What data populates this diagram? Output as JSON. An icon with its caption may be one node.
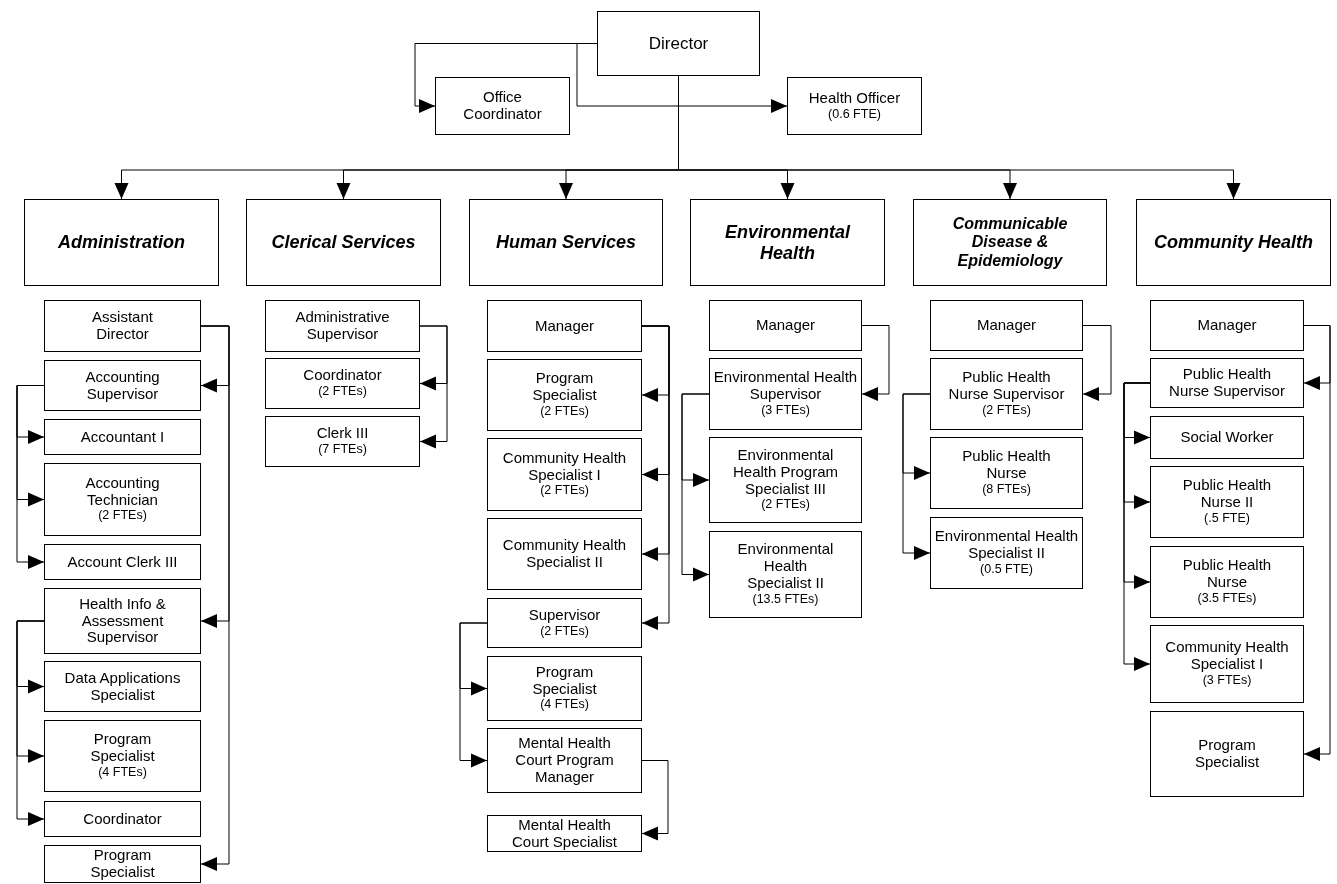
{
  "diagram": {
    "nodes": [
      {
        "text": [
          "Director"
        ]
      },
      {
        "text": [
          "Office Coordinator"
        ]
      },
      {
        "text": [
          "Health Officer",
          "(0.6 FTE)"
        ]
      },
      {
        "text": [
          "Administration"
        ]
      },
      {
        "text": [
          "Clerical Services"
        ]
      },
      {
        "text": [
          "Human Services"
        ]
      },
      {
        "text": [
          "Environmental Health"
        ]
      },
      {
        "text": [
          "Communicable Disease & Epidemiology"
        ]
      },
      {
        "text": [
          "Community Health"
        ]
      },
      {
        "text": [
          "Assistant Director"
        ]
      },
      {
        "text": [
          "Accounting Supervisor"
        ]
      },
      {
        "text": [
          "Accountant I"
        ]
      },
      {
        "text": [
          "Accounting Technician",
          "(2 FTEs)"
        ]
      },
      {
        "text": [
          "Account Clerk III"
        ]
      },
      {
        "text": [
          "Health Info & Assessment Supervisor"
        ]
      },
      {
        "text": [
          "Data Applications Specialist"
        ]
      },
      {
        "text": [
          "Program Specialist",
          "(4 FTEs)"
        ]
      },
      {
        "text": [
          "Coordinator"
        ]
      },
      {
        "text": [
          "Program Specialist"
        ]
      },
      {
        "text": [
          "Administrative Supervisor"
        ]
      },
      {
        "text": [
          "Coordinator",
          "(2 FTEs)"
        ]
      },
      {
        "text": [
          "Clerk III",
          "(7 FTEs)"
        ]
      },
      {
        "text": [
          "Manager"
        ]
      },
      {
        "text": [
          "Program Specialist",
          "(2 FTEs)"
        ]
      },
      {
        "text": [
          "Community Health Specialist I",
          "(2 FTEs)"
        ]
      },
      {
        "text": [
          "Community Health Specialist II"
        ]
      },
      {
        "text": [
          "Supervisor",
          "(2 FTEs)"
        ]
      },
      {
        "text": [
          "Program Specialist",
          "(4 FTEs)"
        ]
      },
      {
        "text": [
          "Mental Health Court Program Manager"
        ]
      },
      {
        "text": [
          "Mental Health Court Specialist"
        ]
      },
      {
        "text": [
          "Manager"
        ]
      },
      {
        "text": [
          "Environmental Health Supervisor",
          "(3 FTEs)"
        ]
      },
      {
        "text": [
          "Environmental Health Program Specialist III",
          "(2 FTEs)"
        ]
      },
      {
        "text": [
          "Environmental Health Specialist II",
          "(13.5 FTEs)"
        ]
      },
      {
        "text": [
          "Manager"
        ]
      },
      {
        "text": [
          "Public Health Nurse Supervisor",
          "(2 FTEs)"
        ]
      },
      {
        "text": [
          "Public Health Nurse",
          "(8 FTEs)"
        ]
      },
      {
        "text": [
          "Environmental Health Specialist II",
          "(0.5 FTE)"
        ]
      },
      {
        "text": [
          "Manager"
        ]
      },
      {
        "text": [
          "Public Health Nurse Supervisor"
        ]
      },
      {
        "text": [
          "Social Worker"
        ]
      },
      {
        "text": [
          "Public Health Nurse II",
          "(.5 FTE)"
        ]
      },
      {
        "text": [
          "Public Health Nurse",
          "(3.5 FTEs)"
        ]
      },
      {
        "text": [
          "Community Health Specialist I",
          "(3 FTEs)"
        ]
      },
      {
        "text": [
          "Program Specialist"
        ]
      }
    ],
    "edges": [
      {
        "from": 0,
        "to": 1,
        "arrow": "to"
      },
      {
        "from": 0,
        "to": 2,
        "arrow": "to"
      },
      {
        "from": 0,
        "to": 3,
        "arrow": "to"
      },
      {
        "from": 0,
        "to": 4,
        "arrow": "to"
      },
      {
        "from": 0,
        "to": 5,
        "arrow": "to"
      },
      {
        "from": 0,
        "to": 6,
        "arrow": "to"
      },
      {
        "from": 0,
        "to": 7,
        "arrow": "to"
      },
      {
        "from": 0,
        "to": 8,
        "arrow": "to"
      },
      {
        "from": 9,
        "to": 10,
        "arrow": "to"
      },
      {
        "from": 9,
        "to": 14,
        "arrow": "to"
      },
      {
        "from": 9,
        "to": 18,
        "arrow": "to"
      },
      {
        "from": 10,
        "to": 11,
        "arrow": "to"
      },
      {
        "from": 10,
        "to": 12,
        "arrow": "to"
      },
      {
        "from": 10,
        "to": 13,
        "arrow": "to"
      },
      {
        "from": 14,
        "to": 15,
        "arrow": "to"
      },
      {
        "from": 14,
        "to": 16,
        "arrow": "to"
      },
      {
        "from": 14,
        "to": 17,
        "arrow": "to"
      },
      {
        "from": 19,
        "to": 20,
        "arrow": "to"
      },
      {
        "from": 19,
        "to": 21,
        "arrow": "to"
      },
      {
        "from": 22,
        "to": 23,
        "arrow": "to"
      },
      {
        "from": 22,
        "to": 24,
        "arrow": "to"
      },
      {
        "from": 22,
        "to": 25,
        "arrow": "to"
      },
      {
        "from": 22,
        "to": 26,
        "arrow": "to"
      },
      {
        "from": 26,
        "to": 27,
        "arrow": "to"
      },
      {
        "from": 26,
        "to": 28,
        "arrow": "to"
      },
      {
        "from": 28,
        "to": 29,
        "arrow": "to"
      },
      {
        "from": 30,
        "to": 31,
        "arrow": "to"
      },
      {
        "from": 31,
        "to": 32,
        "arrow": "to"
      },
      {
        "from": 31,
        "to": 33,
        "arrow": "to"
      },
      {
        "from": 34,
        "to": 35,
        "arrow": "to"
      },
      {
        "from": 35,
        "to": 36,
        "arrow": "to"
      },
      {
        "from": 35,
        "to": 37,
        "arrow": "to"
      },
      {
        "from": 38,
        "to": 39,
        "arrow": "to"
      },
      {
        "from": 38,
        "to": 44,
        "arrow": "to"
      },
      {
        "from": 39,
        "to": 40,
        "arrow": "to"
      },
      {
        "from": 39,
        "to": 41,
        "arrow": "to"
      },
      {
        "from": 39,
        "to": 42,
        "arrow": "to"
      },
      {
        "from": 39,
        "to": 43,
        "arrow": "to"
      }
    ]
  }
}
